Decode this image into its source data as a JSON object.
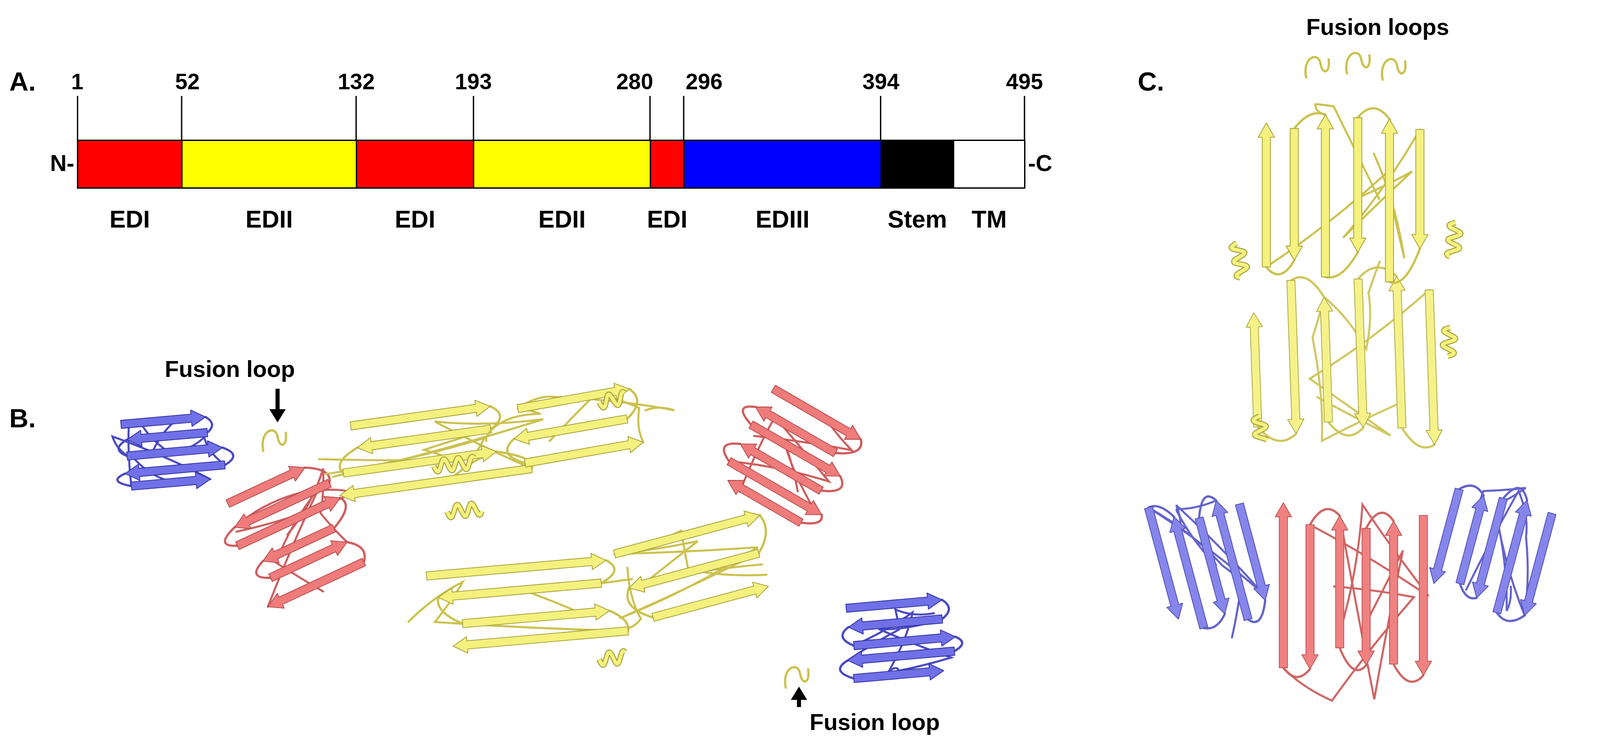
{
  "diagram": {
    "nodes": [
      {
        "text": [
          "EDI"
        ]
      },
      {
        "text": [
          "EDII"
        ]
      },
      {
        "text": [
          "EDI"
        ]
      },
      {
        "text": [
          "EDII"
        ]
      },
      {
        "text": [
          "EDI"
        ]
      },
      {
        "text": [
          "EDIII"
        ]
      },
      {
        "text": [
          "Stem"
        ]
      },
      {
        "text": [
          "TM"
        ]
      }
    ],
    "edges": [],
    "labels": [
      "A.",
      "1",
      "52",
      "132",
      "193",
      "280",
      "296",
      "394",
      "495",
      "N-",
      "-C",
      "B.",
      "Fusion loop",
      "Fusion loop",
      "C.",
      "Fusion loops"
    ]
  }
}
